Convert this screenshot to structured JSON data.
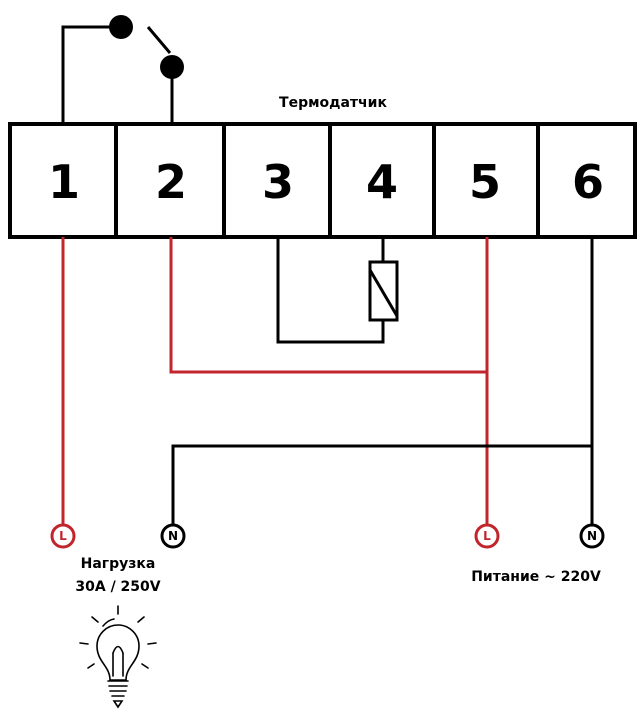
{
  "sensor_label": "Термодатчик",
  "terminals": [
    "1",
    "2",
    "3",
    "4",
    "5",
    "6"
  ],
  "load": {
    "line_node": "L",
    "neutral_node": "N",
    "title": "Нагрузка",
    "rating": "30A / 250V"
  },
  "power": {
    "line_node": "L",
    "neutral_node": "N",
    "title": "Питание ~ 220V"
  },
  "colors": {
    "wire_black": "#000000",
    "wire_red": "#c0262c",
    "node_red": "#c0262c",
    "background": "#ffffff"
  }
}
